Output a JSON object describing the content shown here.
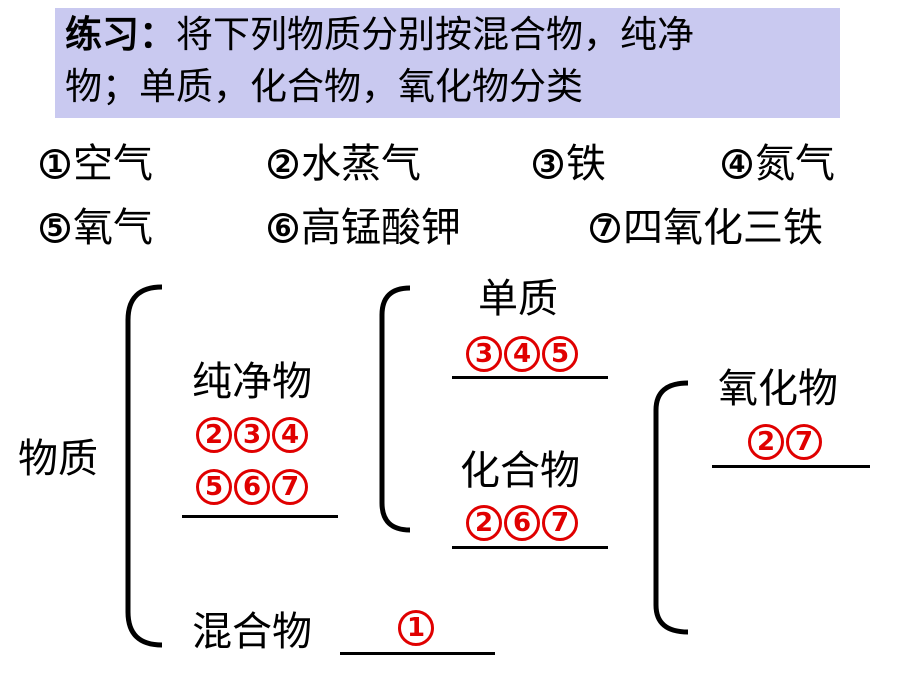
{
  "title": {
    "label": "练习：",
    "line1": "将下列物质分别按混合物，纯净",
    "line2": "物；单质，化合物，氧化物分类"
  },
  "items": [
    {
      "num": "1",
      "name": "空气"
    },
    {
      "num": "2",
      "name": "水蒸气"
    },
    {
      "num": "3",
      "name": "铁"
    },
    {
      "num": "4",
      "name": "氮气"
    },
    {
      "num": "5",
      "name": "氧气"
    },
    {
      "num": "6",
      "name": "高锰酸钾"
    },
    {
      "num": "7",
      "name": "四氧化三铁"
    }
  ],
  "diagram": {
    "root": "物质",
    "pure": {
      "label": "纯净物",
      "answer_row1": [
        "2",
        "3",
        "4"
      ],
      "answer_row2": [
        "5",
        "6",
        "7"
      ]
    },
    "mixture": {
      "label": "混合物",
      "answer": [
        "1"
      ]
    },
    "element": {
      "label": "单质",
      "answer": [
        "3",
        "4",
        "5"
      ]
    },
    "compound": {
      "label": "化合物",
      "answer": [
        "2",
        "6",
        "7"
      ]
    },
    "oxide": {
      "label": "氧化物",
      "answer": [
        "2",
        "7"
      ]
    }
  },
  "colors": {
    "title_bg": "#c9c9f0",
    "answer": "#e00000"
  }
}
